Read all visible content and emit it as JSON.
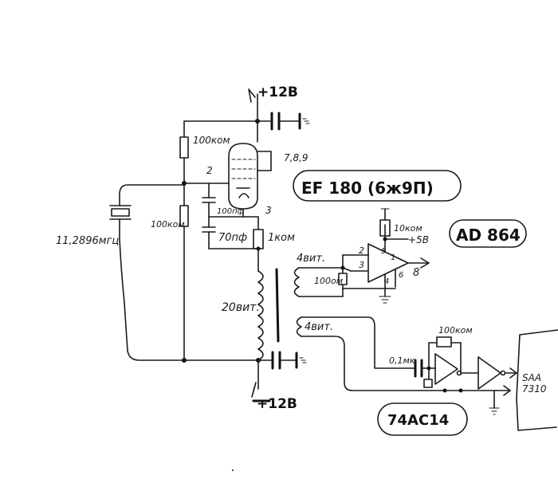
{
  "diagram": {
    "labels": {
      "supply_top": "+12B",
      "supply_bottom": "+12B",
      "r_top": "100ком",
      "r_mid": "100ком",
      "pin2": "2",
      "pin3": "3",
      "pins_789": "7,8,9",
      "tube_name": "EF 180 (6ж9П)",
      "c_cathode1": "100пф",
      "c_cathode2": "70пф",
      "r_cathode": "1ком",
      "crystal": "11,2896мгц",
      "coil_main": "20вит.",
      "coil_sec1": "4вит.",
      "coil_sec2": "4вит.",
      "r_load": "100ом",
      "amp_name": "AD 864",
      "amp_pin2": "2",
      "amp_pin3": "3",
      "amp_pin4": "4",
      "amp_pin5": "5",
      "amp_pin6": "6",
      "amp_pin8": "8",
      "amp_pin1": "1",
      "r_amp": "10ком",
      "amp_supply": "+5В",
      "c_couple": "0,1мк",
      "r_feedback": "100ком",
      "logic_name": "74АС14",
      "dac_name": "SAA 7310"
    }
  }
}
